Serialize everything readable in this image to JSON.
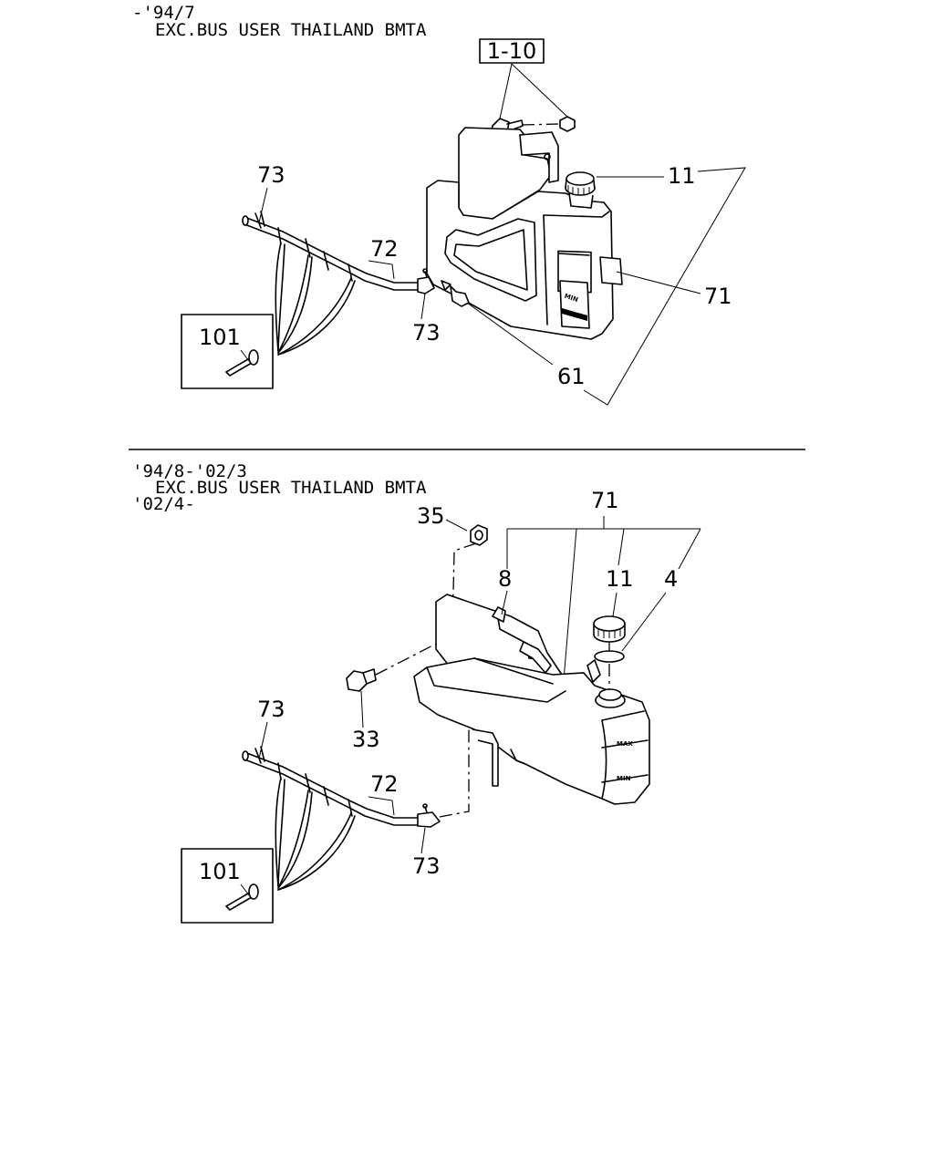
{
  "sections": [
    {
      "header": [
        "-'94/7",
        "EXC.BUS USER THAILAND BMTA"
      ],
      "callouts": {
        "c1": "1-10",
        "c2": "11",
        "c3": "71",
        "c4": "61",
        "c5": "73",
        "c6": "72",
        "c7": "73",
        "c8": "101"
      },
      "tank_marks": [
        "MIN"
      ]
    },
    {
      "header": [
        "'94/8-'02/3",
        "EXC.BUS USER THAILAND BMTA",
        "'02/4-"
      ],
      "callouts": {
        "c1": "71",
        "c2": "35",
        "c3": "8",
        "c4": "11",
        "c5": "4",
        "c6": "33",
        "c7": "73",
        "c8": "72",
        "c9": "73",
        "c10": "101"
      },
      "tank_marks": [
        "MAX",
        "MIN"
      ]
    }
  ]
}
